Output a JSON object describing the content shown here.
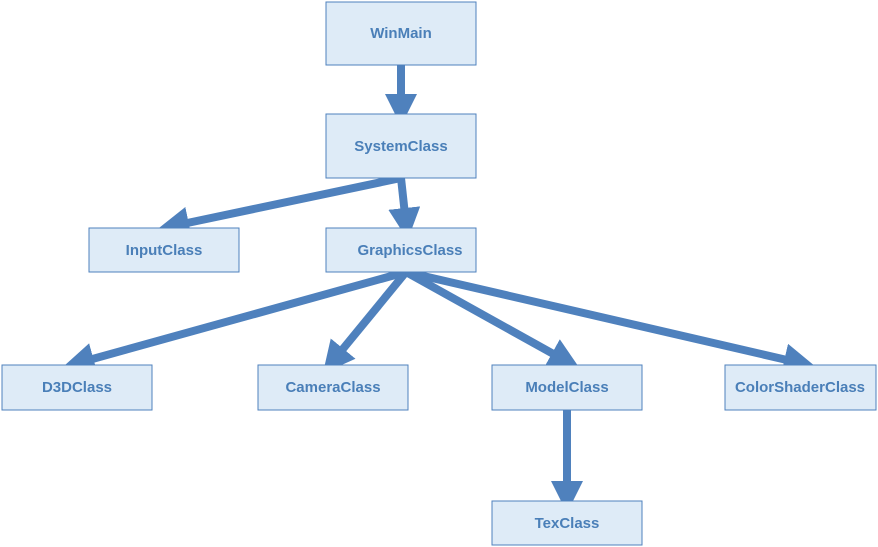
{
  "nodes": [
    {
      "id": "winmain",
      "label": "WinMain"
    },
    {
      "id": "systemclass",
      "label": "SystemClass"
    },
    {
      "id": "inputclass",
      "label": "InputClass"
    },
    {
      "id": "graphicsclass",
      "label": "GraphicsClass"
    },
    {
      "id": "d3dclass",
      "label": "D3DClass"
    },
    {
      "id": "cameraclass",
      "label": "CameraClass"
    },
    {
      "id": "modelclass",
      "label": "ModelClass"
    },
    {
      "id": "colorshaderclass",
      "label": "ColorShaderClass"
    },
    {
      "id": "texclass",
      "label": "TexClass"
    }
  ],
  "edges": [
    {
      "from": "winmain",
      "to": "systemclass"
    },
    {
      "from": "systemclass",
      "to": "inputclass"
    },
    {
      "from": "systemclass",
      "to": "graphicsclass"
    },
    {
      "from": "graphicsclass",
      "to": "d3dclass"
    },
    {
      "from": "graphicsclass",
      "to": "cameraclass"
    },
    {
      "from": "graphicsclass",
      "to": "modelclass"
    },
    {
      "from": "graphicsclass",
      "to": "colorshaderclass"
    },
    {
      "from": "modelclass",
      "to": "texclass"
    }
  ],
  "colors": {
    "box_fill": "#deebf7",
    "box_stroke": "#4f81bd",
    "label": "#4a7fb8",
    "arrow": "#4f81bd"
  }
}
